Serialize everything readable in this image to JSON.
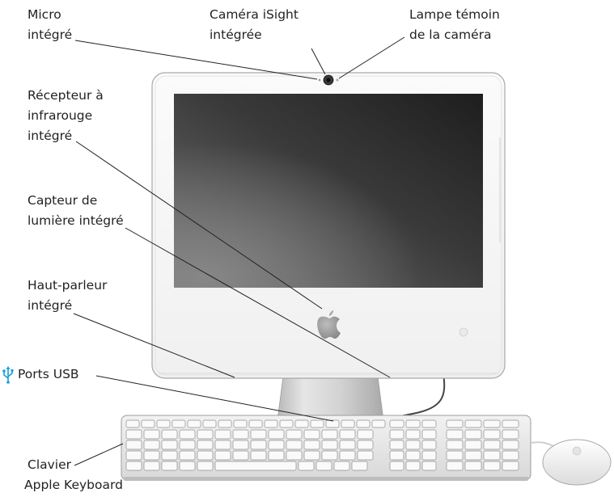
{
  "labels": {
    "micro": [
      "Micro",
      "intégré"
    ],
    "camera": [
      "Caméra iSight",
      "intégrée"
    ],
    "lampe": [
      "Lampe témoin",
      "de la caméra"
    ],
    "recepteur": [
      "Récepteur à",
      "infrarouge",
      "intégré"
    ],
    "capteur": [
      "Capteur de",
      "lumière intégré"
    ],
    "hautparleur": [
      "Haut-parleur",
      "intégré"
    ],
    "ports": "Ports USB",
    "clavier": [
      "Clavier",
      "Apple Keyboard"
    ]
  },
  "icons": {
    "usb": "usb-icon",
    "apple": "apple-logo"
  },
  "colors": {
    "usb_icon": "#1a9fd9",
    "text": "#231f20",
    "leader_line": "#231f20",
    "screen_dark": "#2b2b2b"
  }
}
